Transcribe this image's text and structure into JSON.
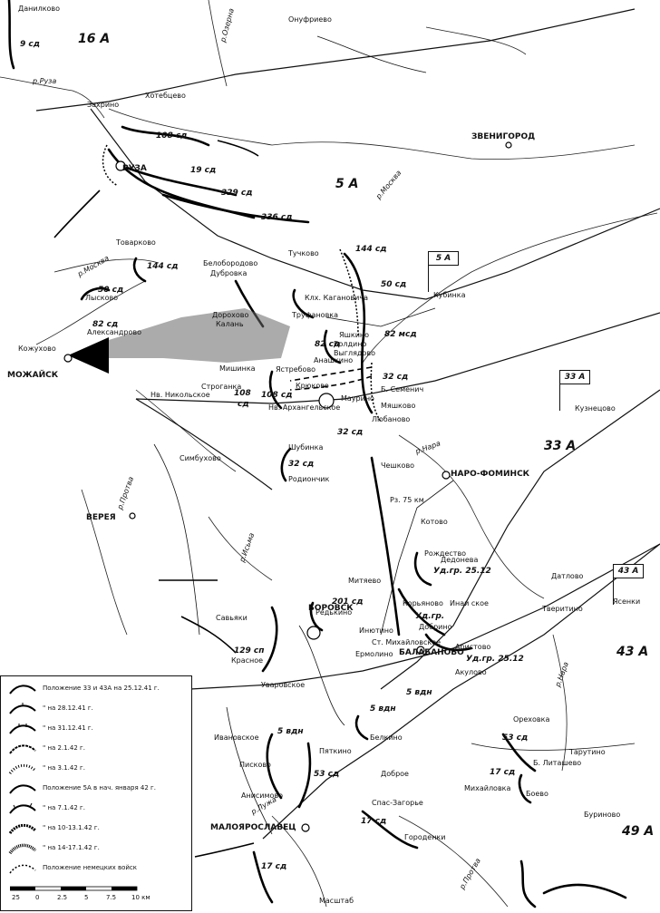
{
  "armies": {
    "a16": "16 А",
    "a5": "5 А",
    "a33": "33 А",
    "a43": "43 А",
    "a49": "49 А"
  },
  "flags": {
    "f5": "5 А",
    "f33": "33 А",
    "f43": "43 А"
  },
  "cities": {
    "mozhaisk": "МОЖАЙСК",
    "ruza": "РУЗА",
    "zvenigorod": "ЗВЕНИГОРОД",
    "naro_fominsk": "НАРО-ФОМИНСК",
    "balabanovo": "БАЛАБАНОВО",
    "maloyaroslavets": "МАЛОЯРОСЛАВЕЦ",
    "vereya": "ВЕРЕЯ",
    "borovsk": "БОРОВСК"
  },
  "villages": {
    "danilkovo": "Данилково",
    "onufrievo": "Онуфриево",
    "khotebtsevo": "Хотебцево",
    "zakhrino": "Захрино",
    "tuchkovo": "Тучково",
    "tovarkovo": "Товарково",
    "beloborodovo": "Белобородово",
    "dubrovka": "Дубровка",
    "lyskovo": "Лысково",
    "kolkhoz_kaganovicha": "Клх. Кагановича",
    "dorokhovo": "Дорохово",
    "kalan": "Калань",
    "trufanovka": "Труфановка",
    "kubinka": "Кубинка",
    "aleksandrovo": "Александрово",
    "kozhukhovo": "Кожухово",
    "yashkino": "Яшкино",
    "boldino": "Болдино",
    "vygljadovo": "Выглядово",
    "anashkino": "Анашкино",
    "mishinka": "Мишинка",
    "yastrebovo": "Ястребово",
    "stroganka": "Строганка",
    "nv_nikolskoe": "Нв. Никольское",
    "kryukovo": "Крюково",
    "maurino": "Маурино",
    "nv_arkhangelskoe": "Нв. Архангельское",
    "b_semenich": "Б. Семенич",
    "myshkovo": "Мяшково",
    "lyubanovo": "Любаново",
    "kuznetsovo": "Кузнецово",
    "chesnokovo": "Чешково",
    "shubinka": "Шубинка",
    "rodionchik": "Родиончик",
    "simbukhovo": "Симбухово",
    "rz75": "Рз. 75 км",
    "kotovo": "Котово",
    "rozhdestvo": "Рождество",
    "dedoneva": "Дедонева",
    "mitjaevo": "Митяево",
    "redkino": "Редькино",
    "korjanovo": "Корьяново",
    "inyakinskoe": "Инаи ское",
    "datlovo": "Датлово",
    "yasenki": "Ясенки",
    "savyaki": "Савьяки",
    "ikutino": "Инютино",
    "dobrino": "Добрино",
    "tverdino": "Тверитино",
    "st_mikhailovskoe": "Ст. Михайловское",
    "aristovo": "Аристово",
    "ermolino": "Ермолино",
    "akulovo": "Акулово",
    "krasnoe": "Красное",
    "uvarovskoe": "Уваровское",
    "orekhovka": "Ореховка",
    "tarutino": "Тарутино",
    "belkino": "Белкино",
    "ivanovskoe": "Ивановское",
    "pyatkino": "Пяткино",
    "b_litashevo": "Б. Литашево",
    "piskovo": "Писково",
    "dobroe": "Доброе",
    "mikhailovka": "Михайловка",
    "boevo": "Боево",
    "anisimovo": "Анисимово",
    "spas_zagorye": "Спас-Загорье",
    "burinovo": "Буриново",
    "gorodenki": "Городенки"
  },
  "units": {
    "u9": "9 сд",
    "u108a": "108 сд",
    "u19": "19 сд",
    "u329": "329 сд",
    "u336": "336 сд",
    "u144a": "144 сд",
    "u144b": "144 сд",
    "u50a": "50 сд",
    "u50b": "50 сд",
    "u82a": "82 сд",
    "u82b": "82 сд",
    "u82msd": "82 мсд",
    "u32a": "32 сд",
    "u32b": "32 сд",
    "u108b": "108 сд",
    "u108c": "108",
    "u108c2": "сд",
    "u32c": "32 сд",
    "u201": "201 сд",
    "udgr1": "Уд.гр. 25.12",
    "udgr2": "Уд.гр.",
    "udgr3": "Уд.гр. 25.12",
    "u129": "129 сп",
    "u5vdn": "5 вдн",
    "u5vdn2": "5 вдн",
    "u5vdn3": "5 вдн",
    "u53a": "53 сд",
    "u53b": "53 сд",
    "u17a": "17 сд",
    "u17b": "17 сд",
    "u17c": "17 сд"
  },
  "rivers": {
    "ruza": "р.Руза",
    "ozerna": "р.Озерна",
    "moskva1": "р.Москва",
    "moskva2": "р.Москва",
    "protva": "р.Протва",
    "nara": "р.Нара",
    "nara2": "р.Нара",
    "isma": "р.Исьма",
    "protva2": "р.Протва",
    "luzha": "р.Лужа"
  },
  "legend": {
    "items": [
      "Положение 33 и 43А на 25.12.41 г.",
      "\"        на 28.12.41 г.",
      "\"        на 31.12.41 г.",
      "\"        на 2.1.42 г.",
      "\"        на 3.1.42 г.",
      "Положение 5А в нач. января 42 г.",
      "\"        на 7.1.42 г.",
      "\"        на 10-13.1.42 г.",
      "\"        на 14-17.1.42 г.",
      "Положение немецких войск"
    ],
    "scale_title": "Масштаб",
    "scale_ticks": [
      "25",
      "0",
      "2.5",
      "5",
      "7.5",
      "10 км"
    ]
  },
  "colors": {
    "ink": "#111111",
    "paper": "#ffffff"
  }
}
